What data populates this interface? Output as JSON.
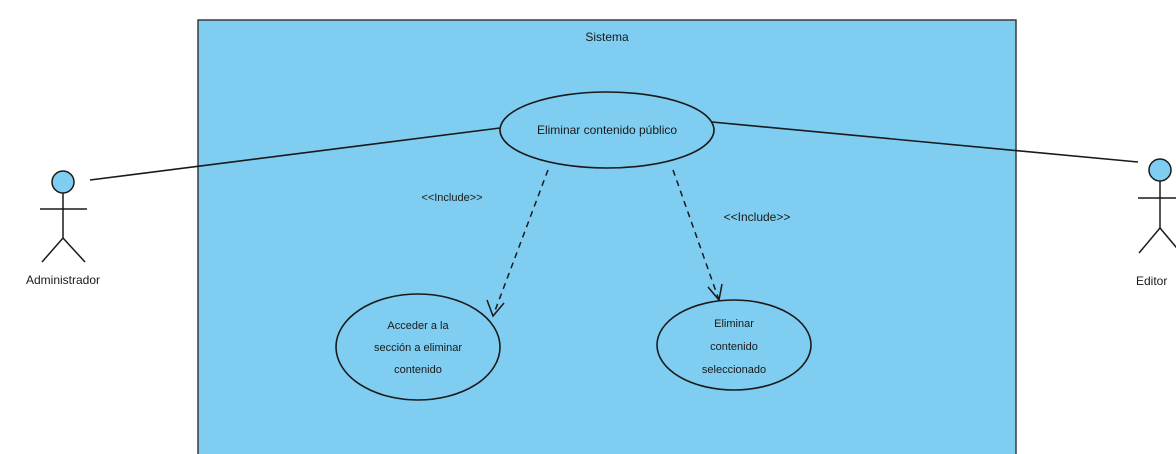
{
  "system": {
    "title": "Sistema"
  },
  "use_cases": [
    {
      "id": "uc_main",
      "label_lines": [
        "Eliminar contenido público"
      ]
    },
    {
      "id": "uc_access",
      "label_lines": [
        "Acceder a la",
        "sección a eliminar",
        "contenido"
      ]
    },
    {
      "id": "uc_delete",
      "label_lines": [
        "Eliminar",
        "contenido",
        "seleccionado"
      ]
    }
  ],
  "actors": [
    {
      "id": "admin",
      "name": "Administrador"
    },
    {
      "id": "editor",
      "name": "Editor"
    }
  ],
  "relations": [
    {
      "from": "uc_main",
      "to": "uc_access",
      "stereotype": "<<Include>>"
    },
    {
      "from": "uc_main",
      "to": "uc_delete",
      "stereotype": "<<Include>>"
    }
  ],
  "colors": {
    "system_fill": "#7fcdf0",
    "system_stroke": "#3a3a3a",
    "usecase_fill": "#7fcdf0",
    "actor_head_fill": "#7fcdf0",
    "line": "#1a1a1a"
  }
}
